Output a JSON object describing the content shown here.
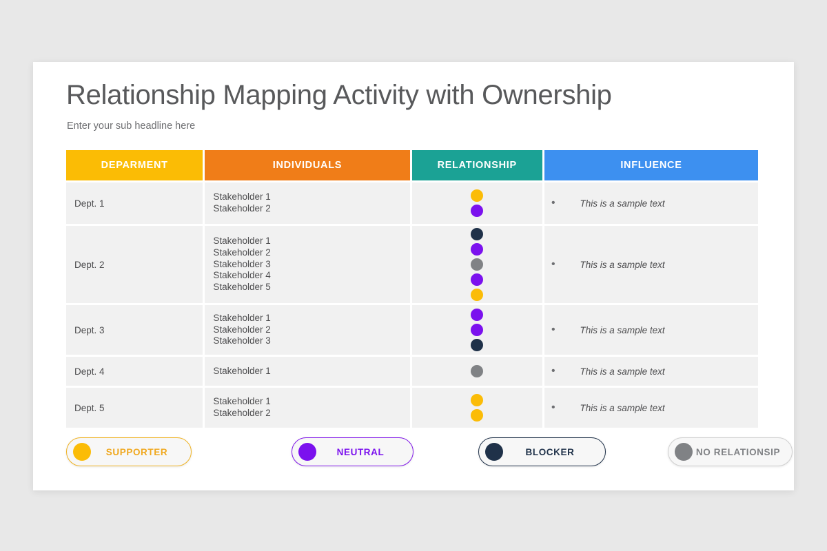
{
  "colors": {
    "background": "#e8e8e8",
    "card": "#ffffff",
    "header_department": "#fbbc05",
    "header_individuals": "#f07d18",
    "header_relationship": "#1ba295",
    "header_influence": "#3d90f0",
    "row_fill": "#f1f1f1",
    "supporter": "#fbbc07",
    "neutral": "#7b11ee",
    "blocker": "#1f3149",
    "no_relationship": "#808285"
  },
  "header": {
    "title": "Relationship Mapping Activity with Ownership",
    "subtitle": "Enter your sub headline here"
  },
  "table": {
    "columns": [
      {
        "key": "department",
        "label": "DEPARMENT"
      },
      {
        "key": "individuals",
        "label": "INDIVIDUALS"
      },
      {
        "key": "relationship",
        "label": "RELATIONSHIP"
      },
      {
        "key": "influence",
        "label": "INFLUENCE"
      }
    ],
    "bullet": "•",
    "rows": [
      {
        "department": "Dept. 1",
        "individuals": [
          "Stakeholder 1",
          "Stakeholder 2"
        ],
        "relationship": [
          "supporter",
          "neutral"
        ],
        "relationship_colors": [
          "#fbbc07",
          "#7b11ee"
        ],
        "influence": "This is a sample text"
      },
      {
        "department": "Dept. 2",
        "individuals": [
          "Stakeholder 1",
          "Stakeholder 2",
          "Stakeholder 3",
          "Stakeholder 4",
          "Stakeholder 5"
        ],
        "relationship": [
          "blocker",
          "neutral",
          "no_relationship",
          "neutral",
          "supporter"
        ],
        "relationship_colors": [
          "#1f3149",
          "#7b11ee",
          "#808285",
          "#7b11ee",
          "#fbbc07"
        ],
        "influence": "This is a sample text"
      },
      {
        "department": "Dept. 3",
        "individuals": [
          "Stakeholder 1",
          "Stakeholder 2",
          "Stakeholder 3"
        ],
        "relationship": [
          "neutral",
          "neutral",
          "blocker"
        ],
        "relationship_colors": [
          "#7b11ee",
          "#7b11ee",
          "#1f3149"
        ],
        "influence": "This is a sample text"
      },
      {
        "department": "Dept. 4",
        "individuals": [
          "Stakeholder 1"
        ],
        "relationship": [
          "no_relationship"
        ],
        "relationship_colors": [
          "#808285"
        ],
        "influence": "This is a sample text"
      },
      {
        "department": "Dept. 5",
        "individuals": [
          "Stakeholder 1",
          "Stakeholder 2"
        ],
        "relationship": [
          "supporter",
          "supporter"
        ],
        "relationship_colors": [
          "#fbbc07",
          "#fbbc07"
        ],
        "influence": "This is a sample text"
      }
    ]
  },
  "legend": [
    {
      "key": "supporter",
      "label": "SUPPORTER",
      "dot_color": "#fbbc07",
      "border_color": "#f0b323",
      "text_color": "#f0a81e"
    },
    {
      "key": "neutral",
      "label": "NEUTRAL",
      "dot_color": "#7b11ee",
      "border_color": "#8118e8",
      "text_color": "#7b11ee"
    },
    {
      "key": "blocker",
      "label": "BLOCKER",
      "dot_color": "#1f3149",
      "border_color": "#1f3149",
      "text_color": "#1f3149"
    },
    {
      "key": "no_relationship",
      "label": "NO RELATIONSIP",
      "dot_color": "#808285",
      "border_color": "#d0d0d0",
      "text_color": "#808285"
    }
  ]
}
